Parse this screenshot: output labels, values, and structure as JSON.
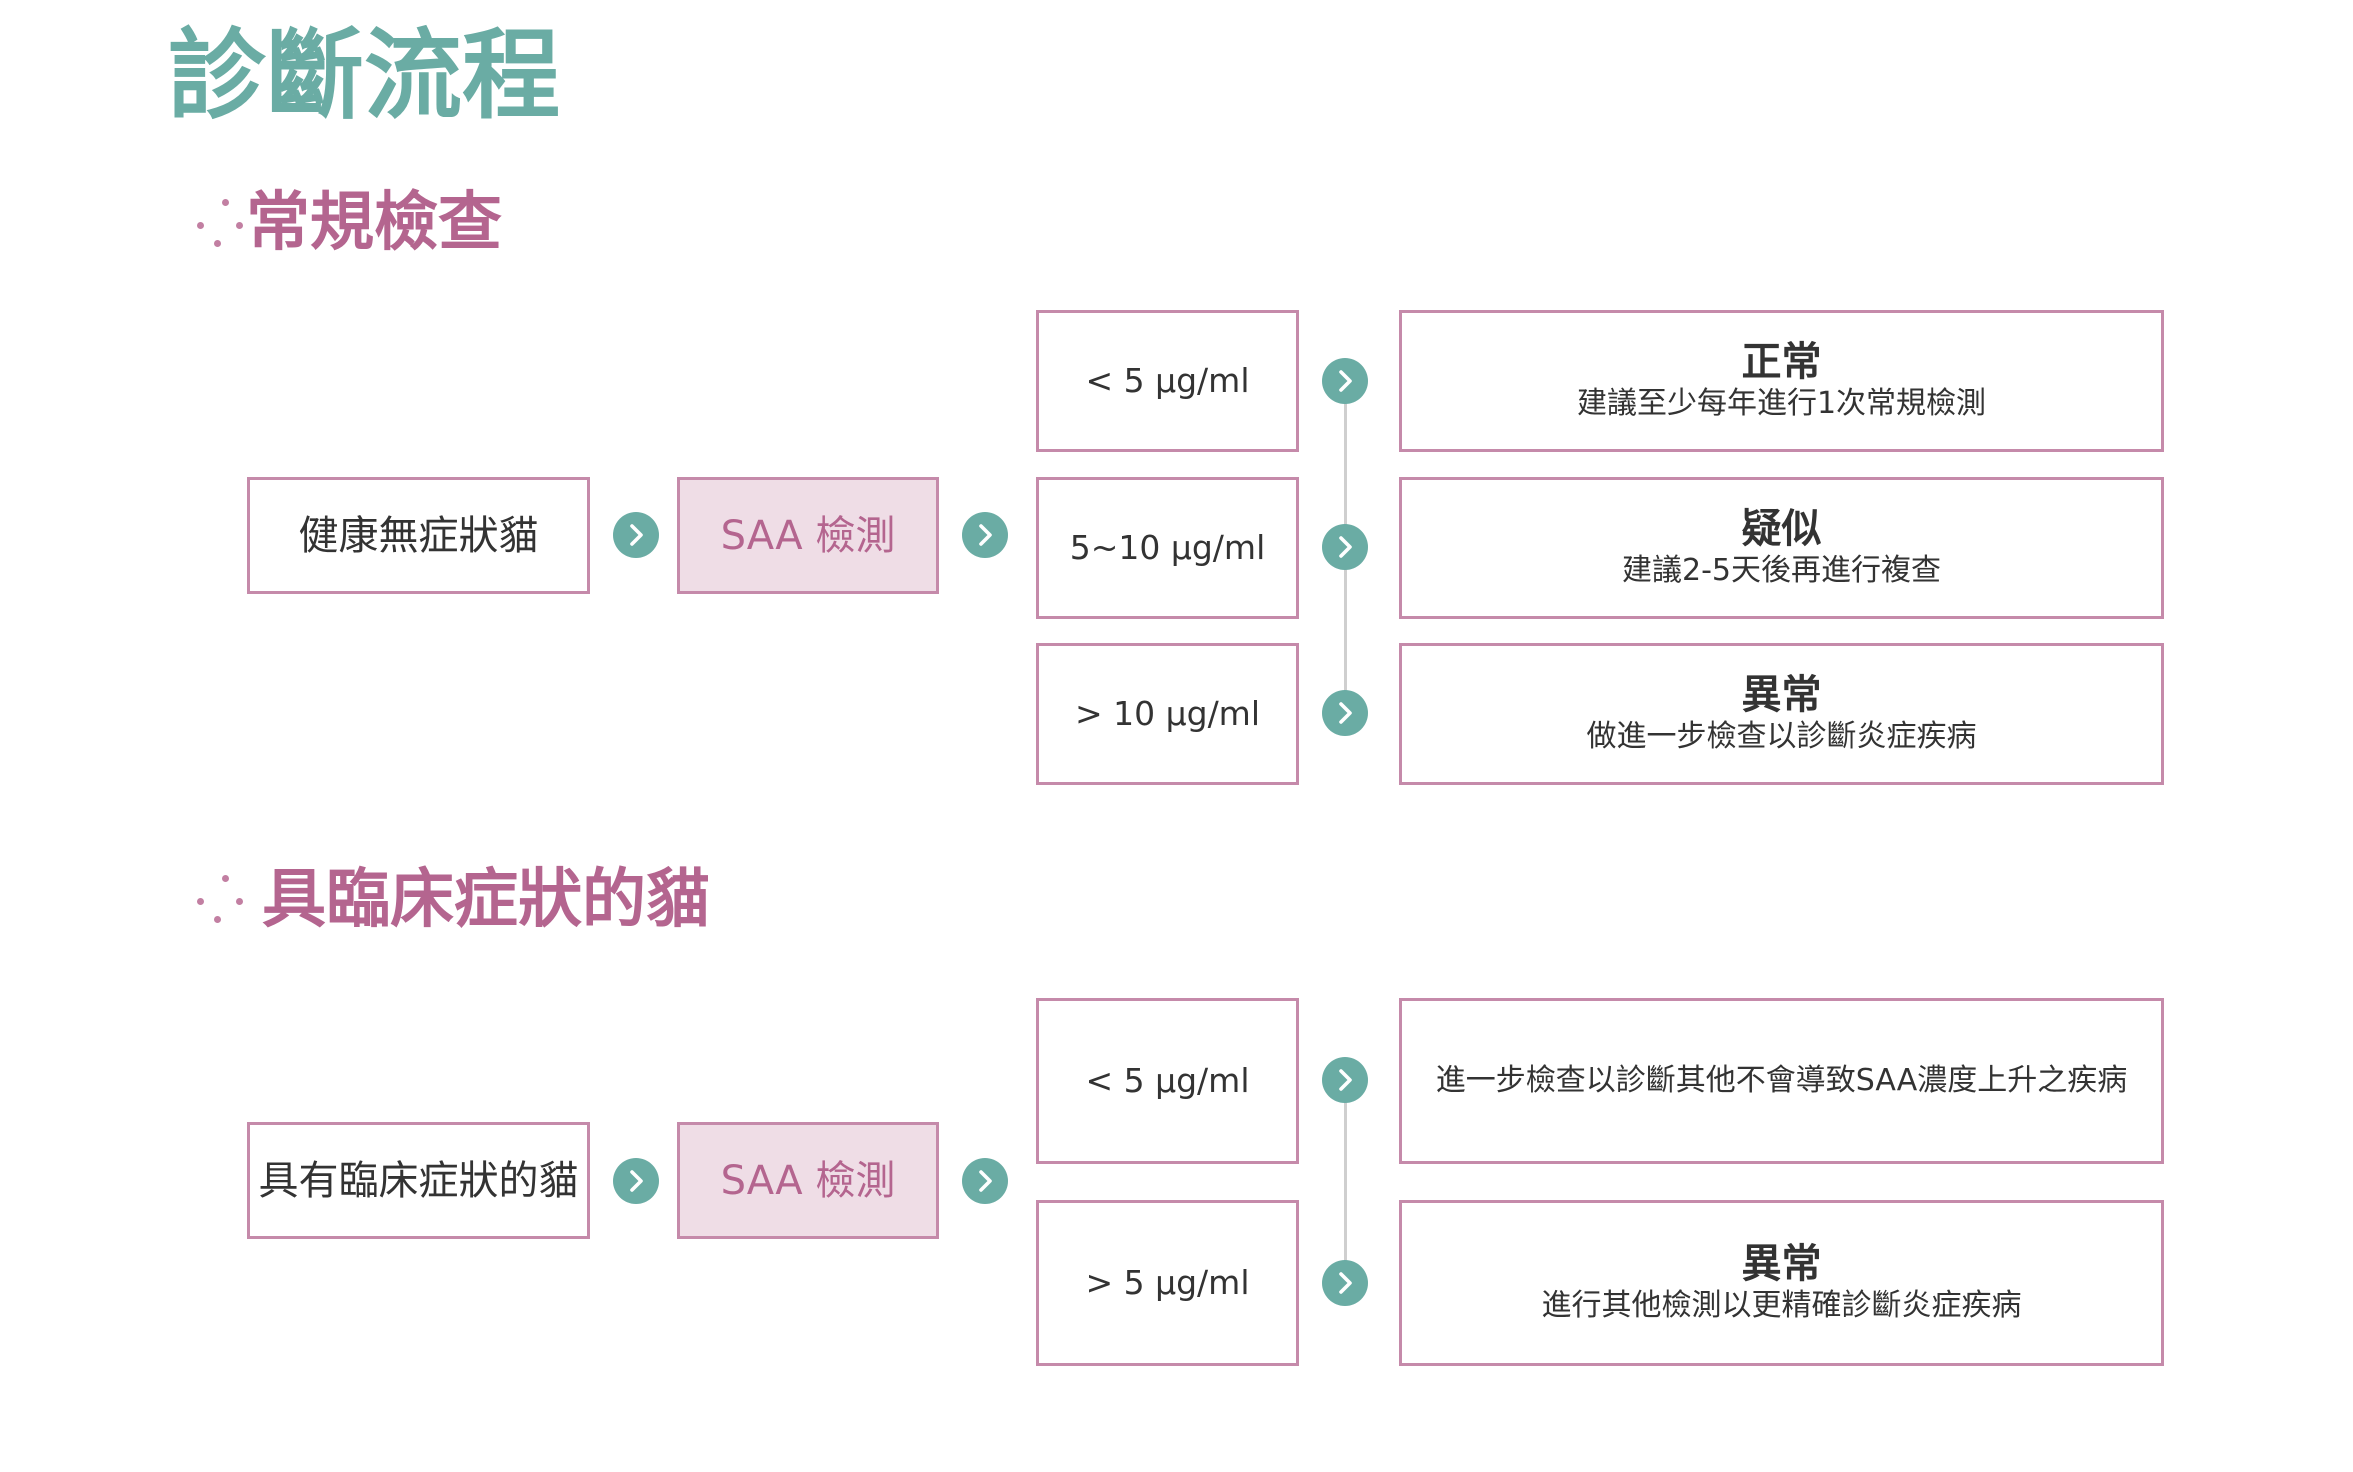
{
  "title": "診斷流程",
  "colors": {
    "teal": "#6aaca4",
    "pink": "#b4658f",
    "box_border": "#c58aaa",
    "box_fill_highlight": "#efdde6",
    "text": "#333333"
  },
  "sections": [
    {
      "heading": "常規檢查",
      "source": "健康無症狀貓",
      "test": "SAA 檢測",
      "branches": [
        {
          "range": "< 5 µg/ml",
          "result_title": "正常",
          "result_text": "建議至少每年進行1次常規檢測"
        },
        {
          "range": "5~10 µg/ml",
          "result_title": "疑似",
          "result_text": "建議2-5天後再進行複查"
        },
        {
          "range": "> 10 µg/ml",
          "result_title": "異常",
          "result_text": "做進一步檢查以診斷炎症疾病"
        }
      ]
    },
    {
      "heading": "具臨床症狀的貓",
      "source": "具有臨床症狀的貓",
      "test": "SAA 檢測",
      "branches": [
        {
          "range": "< 5 µg/ml",
          "result_title": "",
          "result_text": "進一步檢查以診斷其他不會導致SAA濃度上升之疾病"
        },
        {
          "range": "> 5 µg/ml",
          "result_title": "異常",
          "result_text": "進行其他檢測以更精確診斷炎症疾病"
        }
      ]
    }
  ]
}
